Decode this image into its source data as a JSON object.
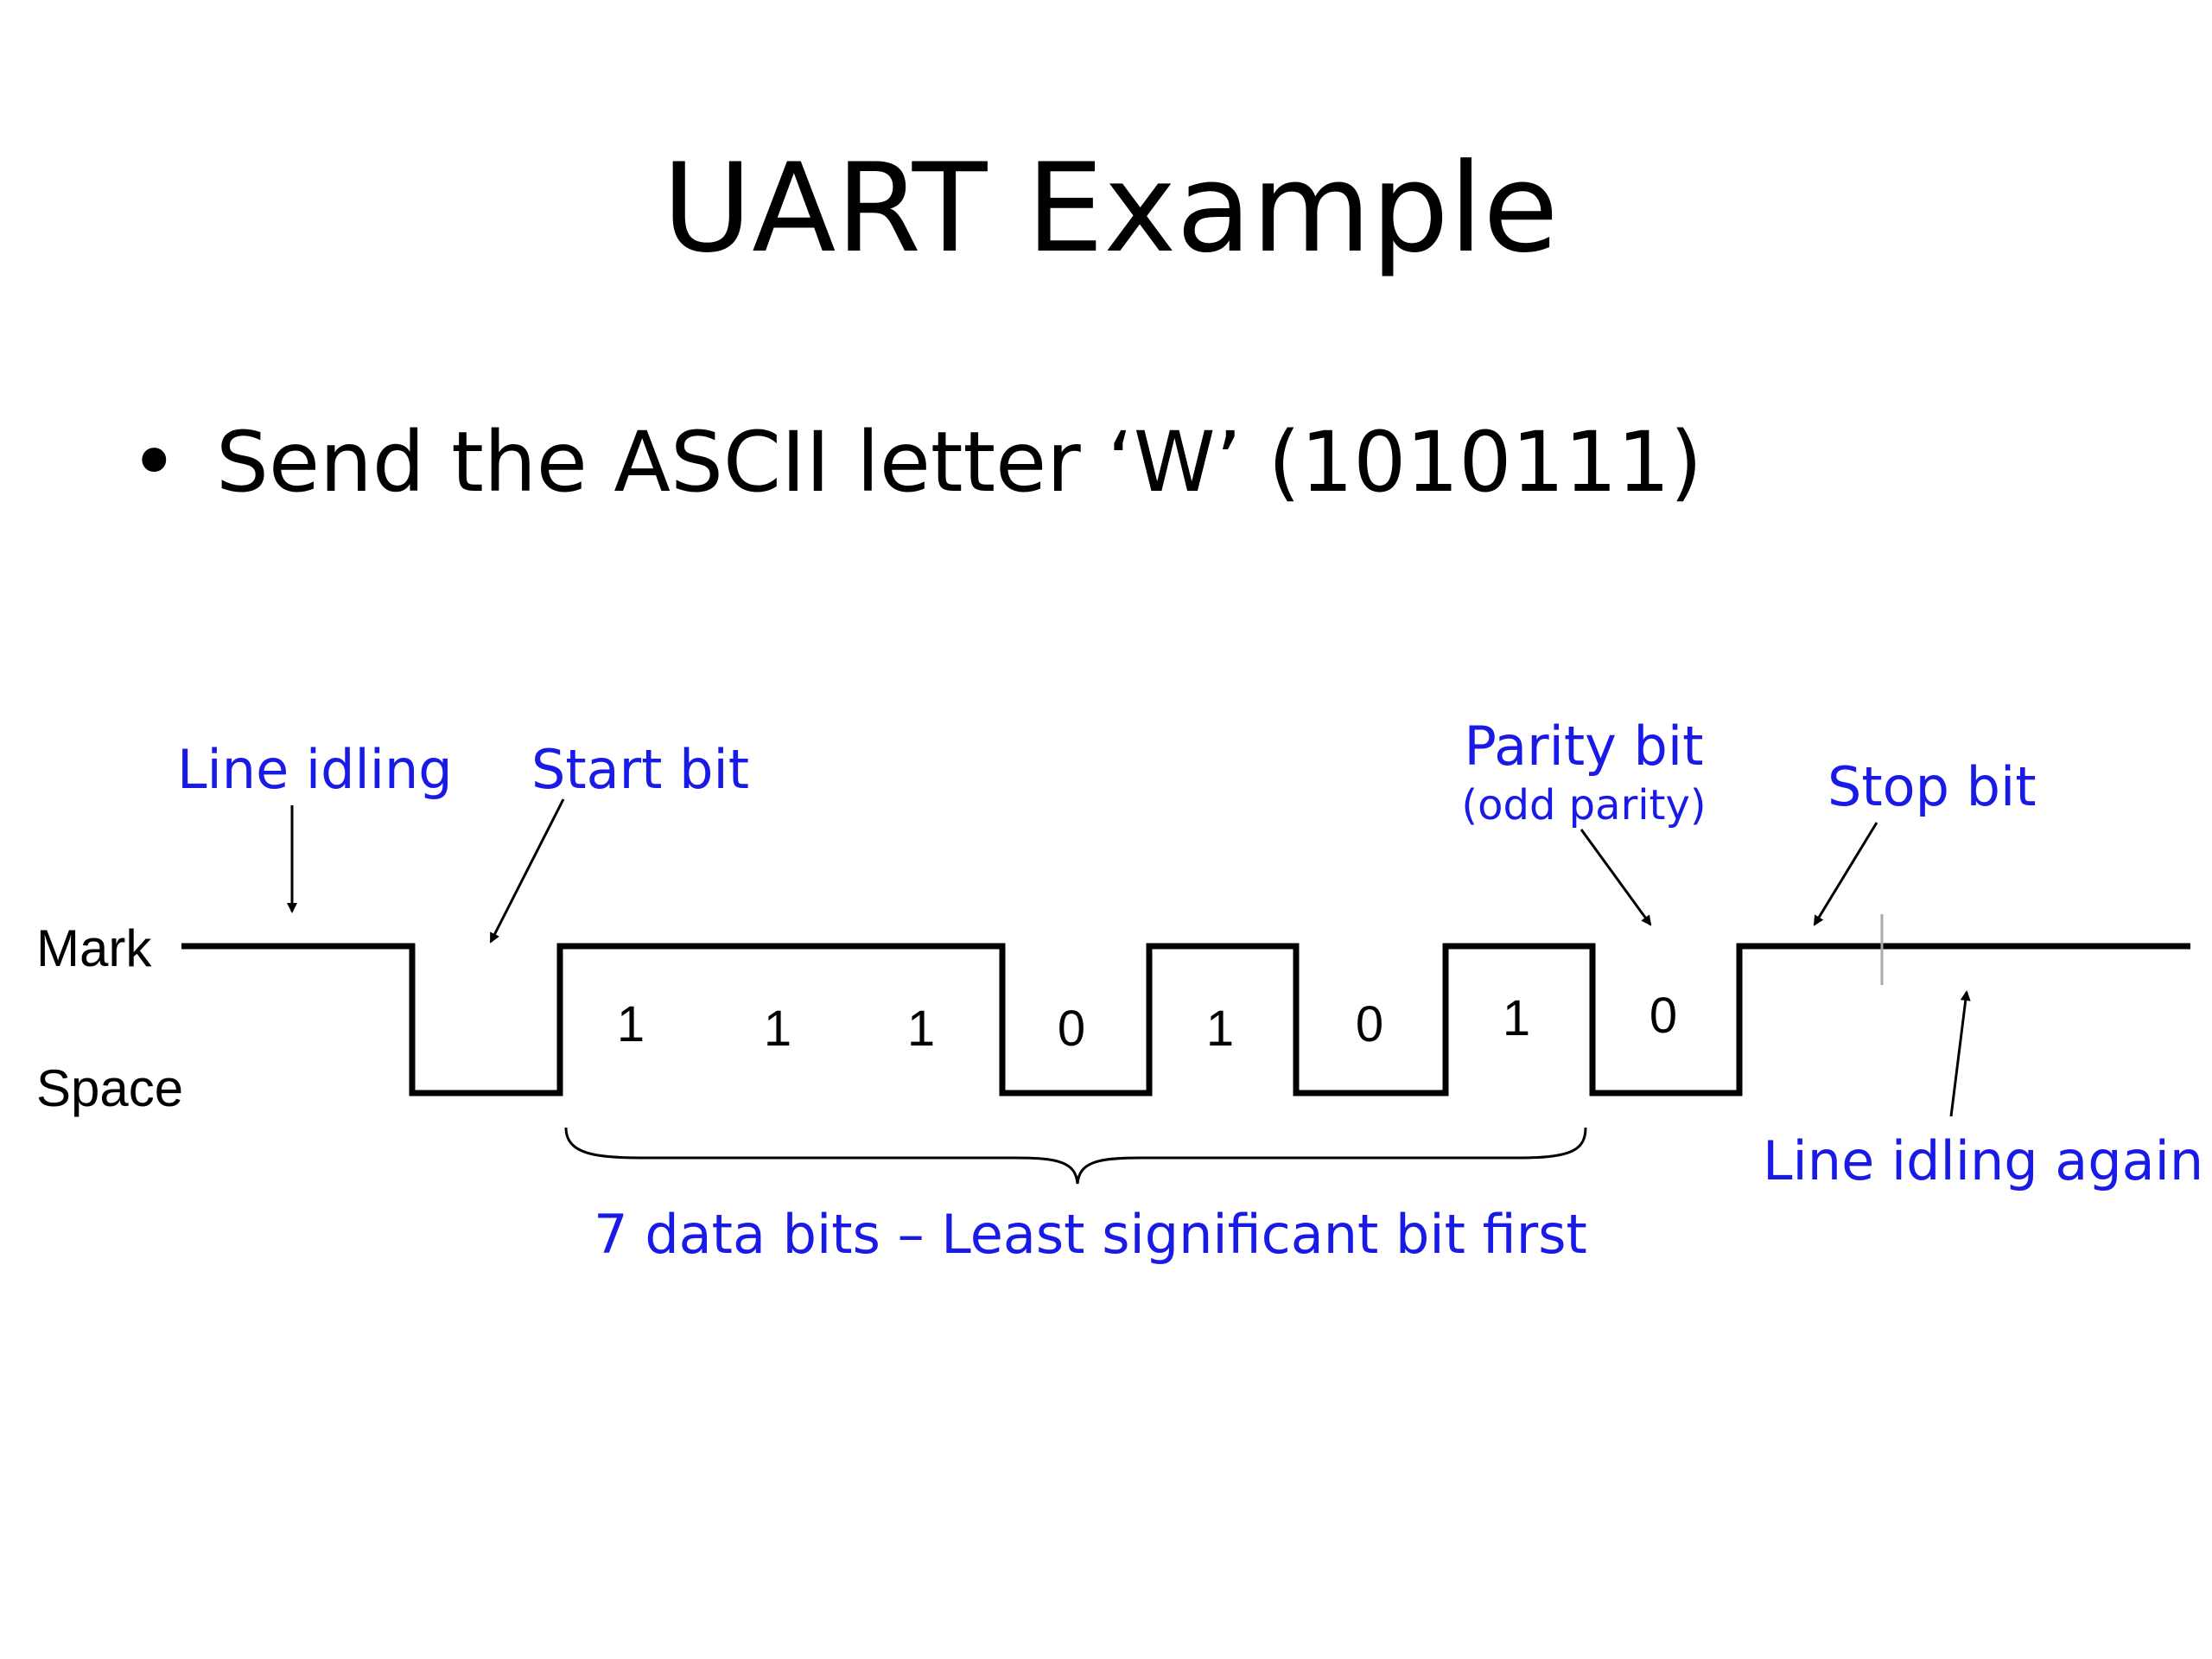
{
  "title": "UART Example",
  "bullet": {
    "marker": "•",
    "text": "Send the ASCII letter ‘W’ (1010111)"
  },
  "diagram": {
    "levels": {
      "mark": "Mark",
      "space": "Space"
    },
    "bits": [
      "1",
      "1",
      "1",
      "0",
      "1",
      "0",
      "1",
      "0"
    ],
    "annotations": {
      "line_idling": "Line idling",
      "start_bit": "Start bit",
      "parity_bit": "Parity bit",
      "parity_note": "(odd parity)",
      "stop_bit": "Stop bit",
      "line_idling_again": "Line idling again",
      "data_bits_caption": "7 data bits – Least significant bit first"
    },
    "colors": {
      "annotation": "#1a1ae6",
      "waveform": "#000000"
    }
  }
}
